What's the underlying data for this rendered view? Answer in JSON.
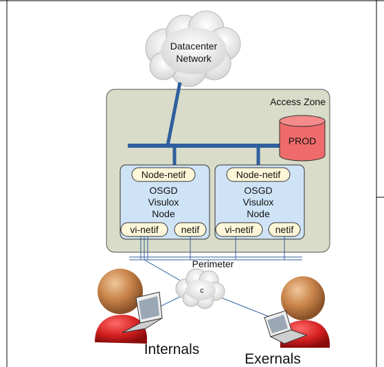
{
  "cloud_top": {
    "line1": "Datacenter",
    "line2": "Network"
  },
  "zone": {
    "label": "Access Zone"
  },
  "db": {
    "label": "PROD"
  },
  "nodes": [
    {
      "header": "Node-netif",
      "line1": "OSGD",
      "line2": "Visulox",
      "line3": "Node",
      "pill_left": "vi-netif",
      "pill_right": "netif"
    },
    {
      "header": "Node-netif",
      "line1": "OSGD",
      "line2": "Visulox",
      "line3": "Node",
      "pill_left": "vi-netif",
      "pill_right": "netif"
    }
  ],
  "perimeter": {
    "label": "Perimeter"
  },
  "cloud_small": {
    "label": "c"
  },
  "users": {
    "internal_label": "Internals",
    "external_label": "Exernals"
  },
  "colors": {
    "zone_fill": "#d8dcc8",
    "node_fill": "#cfe3f7",
    "pill_fill": "#fdf6d8",
    "db_fill": "#ef6b6b",
    "link_blue": "#2f5f9e",
    "person_red": "#d42020",
    "person_head": "#c9844a",
    "cloud": "#e8e8e8"
  }
}
